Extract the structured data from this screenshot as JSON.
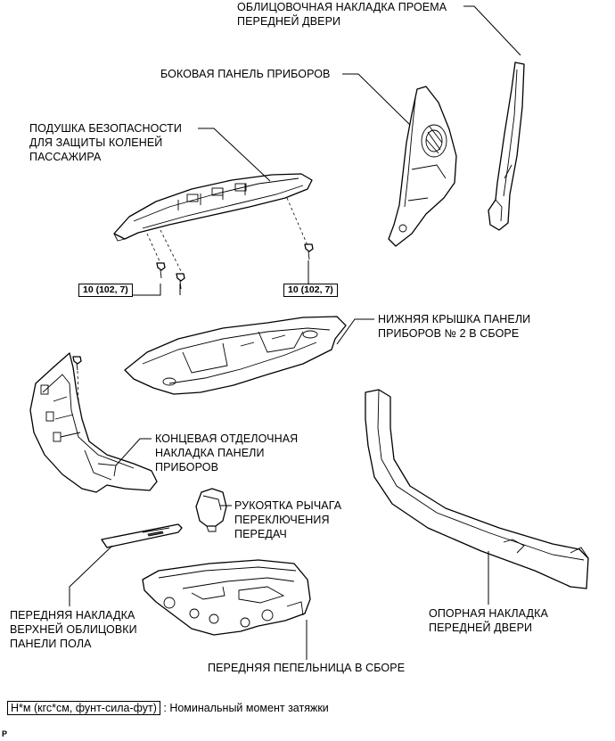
{
  "labels": {
    "door_opening_trim": [
      "ОБЛИЦОВОЧНАЯ НАКЛАДКА ПРОЕМА",
      "ПЕРЕДНЕЙ ДВЕРИ"
    ],
    "instrument_side_panel": [
      "БОКОВАЯ ПАНЕЛЬ ПРИБОРОВ"
    ],
    "knee_airbag": [
      "ПОДУШКА БЕЗОПАСНОСТИ",
      "ДЛЯ ЗАЩИТЫ КОЛЕНЕЙ",
      "ПАССАЖИРА"
    ],
    "lower_cover_no2": [
      "НИЖНЯЯ КРЫШКА ПАНЕЛИ",
      "ПРИБОРОВ № 2 В СБОРЕ"
    ],
    "end_trim_panel": [
      "КОНЦЕВАЯ ОТДЕЛОЧНАЯ",
      "НАКЛАДКА ПАНЕЛИ",
      "ПРИБОРОВ"
    ],
    "shift_knob": [
      "РУКОЯТКА РЫЧАГА",
      "ПЕРЕКЛЮЧЕНИЯ",
      "ПЕРЕДАЧ"
    ],
    "front_floor_trim": [
      "ПЕРЕДНЯЯ НАКЛАДКА",
      "ВЕРХНЕЙ ОБЛИЦОВКИ",
      "ПАНЕЛИ ПОЛА"
    ],
    "door_scuff_plate": [
      "ОПОРНАЯ НАКЛАДКА",
      "ПЕРЕДНЕЙ ДВЕРИ"
    ],
    "ashtray_assembly": [
      "ПЕРЕДНЯЯ ПЕПЕЛЬНИЦА В СБОРЕ"
    ]
  },
  "torque": {
    "left": "10 (102, 7)",
    "right": "10 (102, 7)"
  },
  "legend": {
    "unit": "Н*м (кгс*см, фунт-сила-фут)",
    "description": ": Номинальный момент затяжки"
  },
  "footer_code": "P"
}
